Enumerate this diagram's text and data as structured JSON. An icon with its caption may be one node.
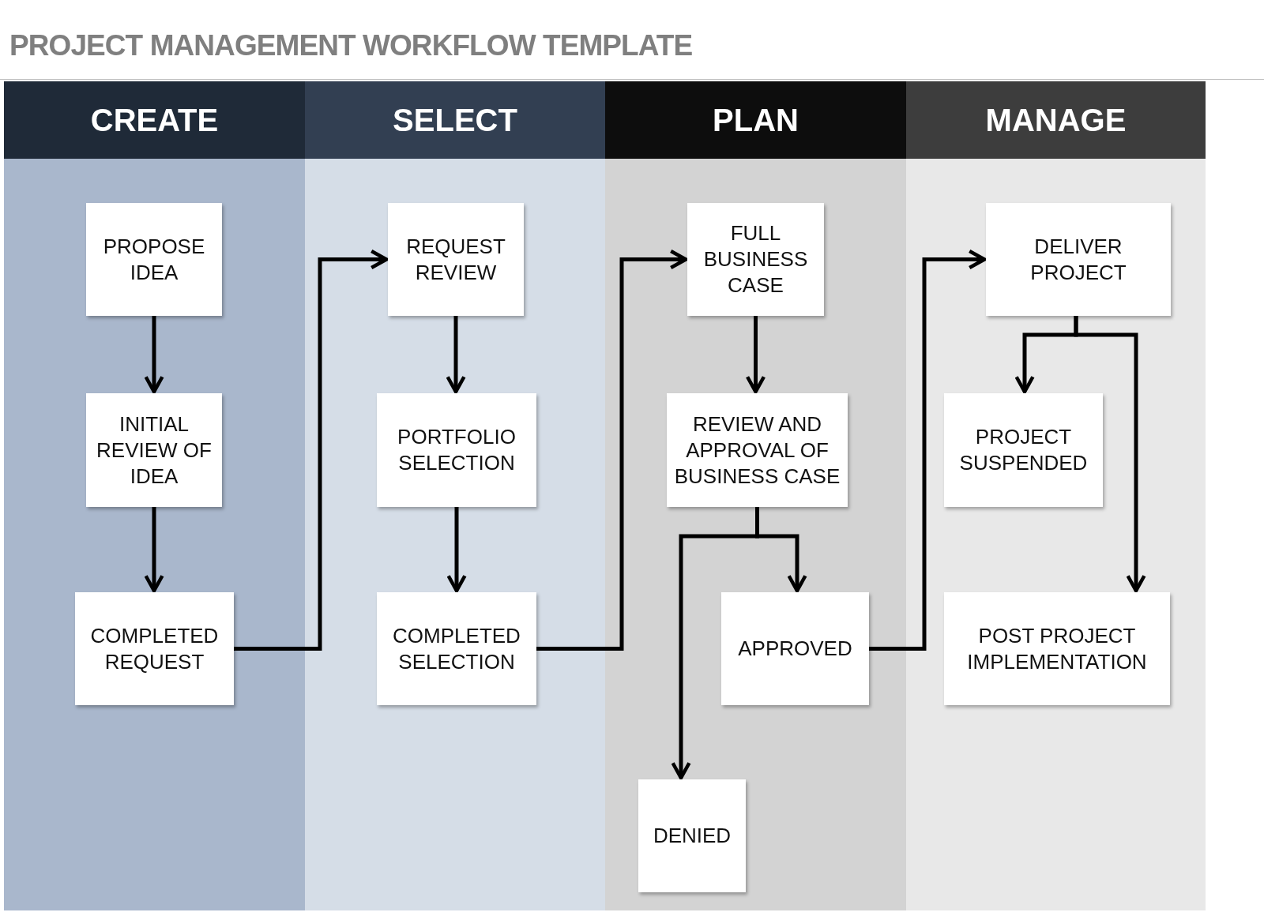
{
  "diagram": {
    "title": "PROJECT MANAGEMENT WORKFLOW TEMPLATE",
    "nodes": [
      {
        "text": [
          "CREATE"
        ]
      },
      {
        "text": [
          "PROPOSE IDEA"
        ],
        "in": 0
      },
      {
        "text": [
          "INITIAL REVIEW OF IDEA"
        ],
        "in": 0
      },
      {
        "text": [
          "COMPLETED REQUEST"
        ],
        "in": 0
      },
      {
        "text": [
          "SELECT"
        ]
      },
      {
        "text": [
          "REQUEST REVIEW"
        ],
        "in": 4
      },
      {
        "text": [
          "PORTFOLIO SELECTION"
        ],
        "in": 4
      },
      {
        "text": [
          "COMPLETED SELECTION"
        ],
        "in": 4
      },
      {
        "text": [
          "PLAN"
        ]
      },
      {
        "text": [
          "FULL BUSINESS CASE"
        ],
        "in": 8
      },
      {
        "text": [
          "REVIEW AND APPROVAL OF BUSINESS CASE"
        ],
        "in": 8
      },
      {
        "text": [
          "APPROVED"
        ],
        "in": 8
      },
      {
        "text": [
          "DENIED"
        ],
        "in": 8
      },
      {
        "text": [
          "MANAGE"
        ]
      },
      {
        "text": [
          "DELIVER PROJECT"
        ],
        "in": 13
      },
      {
        "text": [
          "PROJECT SUSPENDED"
        ],
        "in": 13
      },
      {
        "text": [
          "POST PROJECT IMPLEMENTATION"
        ],
        "in": 13
      }
    ],
    "edges": [
      {
        "from": 1,
        "to": 2,
        "arrow": "to"
      },
      {
        "from": 2,
        "to": 3,
        "arrow": "to"
      },
      {
        "from": 3,
        "to": 5,
        "arrow": "to"
      },
      {
        "from": 5,
        "to": 6,
        "arrow": "to"
      },
      {
        "from": 6,
        "to": 7,
        "arrow": "to"
      },
      {
        "from": 7,
        "to": 9,
        "arrow": "to"
      },
      {
        "from": 9,
        "to": 10,
        "arrow": "to"
      },
      {
        "from": 10,
        "to": 11,
        "arrow": "to"
      },
      {
        "from": 10,
        "to": 12,
        "arrow": "to"
      },
      {
        "from": 11,
        "to": 14,
        "arrow": "to"
      },
      {
        "from": 14,
        "to": 15,
        "arrow": "to"
      },
      {
        "from": 14,
        "to": 16,
        "arrow": "to"
      }
    ]
  }
}
